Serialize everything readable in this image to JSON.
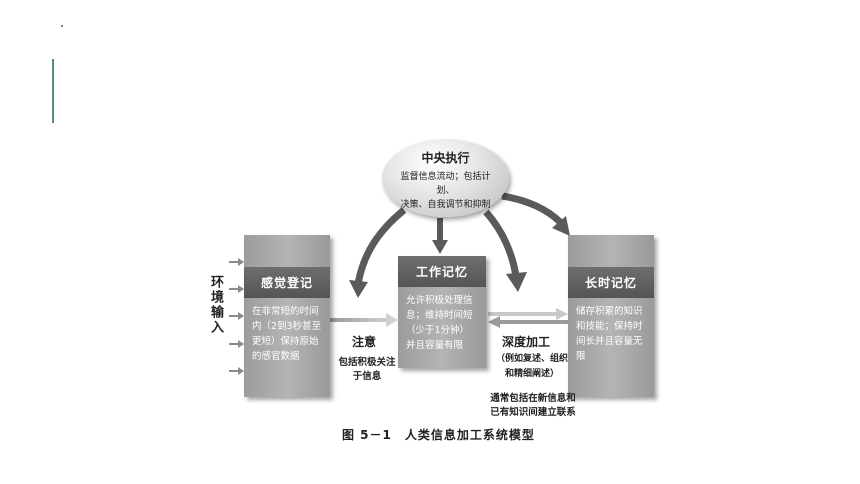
{
  "central_exec": {
    "title": "中央执行",
    "desc_line1": "监督信息流动；包括计划、",
    "desc_line2": "决策、自我调节和抑制"
  },
  "sensory_register": {
    "title": "感觉登记",
    "desc_lines": [
      "在非常短的时间",
      "内（2到3秒甚至",
      "更短）保持原始",
      "的感官数据"
    ]
  },
  "working_memory": {
    "title": "工作记忆",
    "desc_lines": [
      "允许积极处理信",
      "息；维持时间短",
      "（少于1分钟）",
      "并且容量有限"
    ]
  },
  "long_term_memory": {
    "title": "长时记忆",
    "desc_lines": [
      "储存积累的知识",
      "和技能；保持时",
      "间长并且容量无",
      "限"
    ]
  },
  "env_input": "环境输入",
  "attention": {
    "title": "注意",
    "desc_line1": "包括积极关注",
    "desc_line2": "于信息"
  },
  "deep_processing": {
    "title": "深度加工",
    "paren_line1": "（例如复述、组织",
    "paren_line2": "和精细阐述）",
    "note_line1": "通常包括在新信息和",
    "note_line2": "已有知识间建立联系"
  },
  "caption": "图 5－1　人类信息加工系统模型",
  "colors": {
    "box_header": "#5f5f5f",
    "box_body": "#a8a8a8",
    "arrow": "#5a5a5a",
    "accent_line": "#5a8c86"
  }
}
